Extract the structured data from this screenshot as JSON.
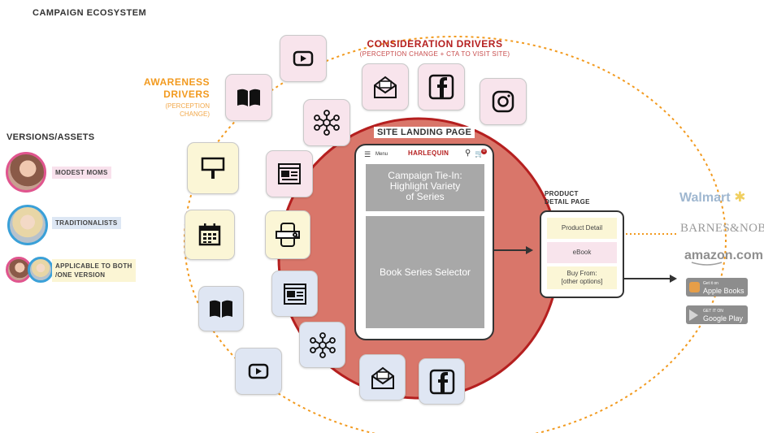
{
  "title": "CAMPAIGN ECOSYSTEM",
  "awareness": {
    "title_line1": "AWARENESS",
    "title_line2": "DRIVERS",
    "sub_line1": "(PERCEPTION",
    "sub_line2": "CHANGE)"
  },
  "consideration": {
    "title": "CONSIDERATION DRIVERS",
    "sub": "(PERCEPTION CHANGE + CTA TO VISIT SITE)"
  },
  "versions": {
    "title": "VERSIONS/ASSETS",
    "items": [
      {
        "label": "MODEST MOMS",
        "color": "#e0558e"
      },
      {
        "label": "TRADITIONALISTS",
        "color": "#3aa0d8"
      },
      {
        "label_line1": "APPLICABLE TO BOTH",
        "label_line2": "/ONE VERSION",
        "color": "#f5e9a6"
      }
    ]
  },
  "landing": {
    "title": "SITE LANDING PAGE",
    "menu": "Menu",
    "brand": "HARLEQUIN",
    "cart_count": "0",
    "tie_in_line1": "Campaign Tie-In:",
    "tie_in_line2": "Highlight Variety",
    "tie_in_line3": "of Series",
    "selector": "Book Series Selector"
  },
  "pdp": {
    "title_line1": "PRODUCT",
    "title_line2": "DETAIL PAGE",
    "rows": [
      "Product Detail",
      "eBook"
    ],
    "buy_line1": "Buy From:",
    "buy_line2": "[other options]"
  },
  "retailers": {
    "walmart": "Walmart",
    "bn_line": "BARNES&NOBLE",
    "amazon": "amazon.com",
    "apple_small": "Get it on",
    "apple_big": "Apple Books",
    "google_small": "GET IT ON",
    "google_big": "Google Play"
  },
  "icons": [
    "youtube-icon",
    "book-icon",
    "newsletter-icon",
    "facebook-icon",
    "instagram-icon",
    "network-icon",
    "billboard-icon",
    "article-icon",
    "calendar-icon",
    "mobile-search-icon"
  ],
  "colors": {
    "orange": "#f29a1f",
    "red_circle": "#d9766a",
    "dark_red": "#b51f1f",
    "pink": "#e0558e",
    "blue": "#3aa0d8"
  }
}
